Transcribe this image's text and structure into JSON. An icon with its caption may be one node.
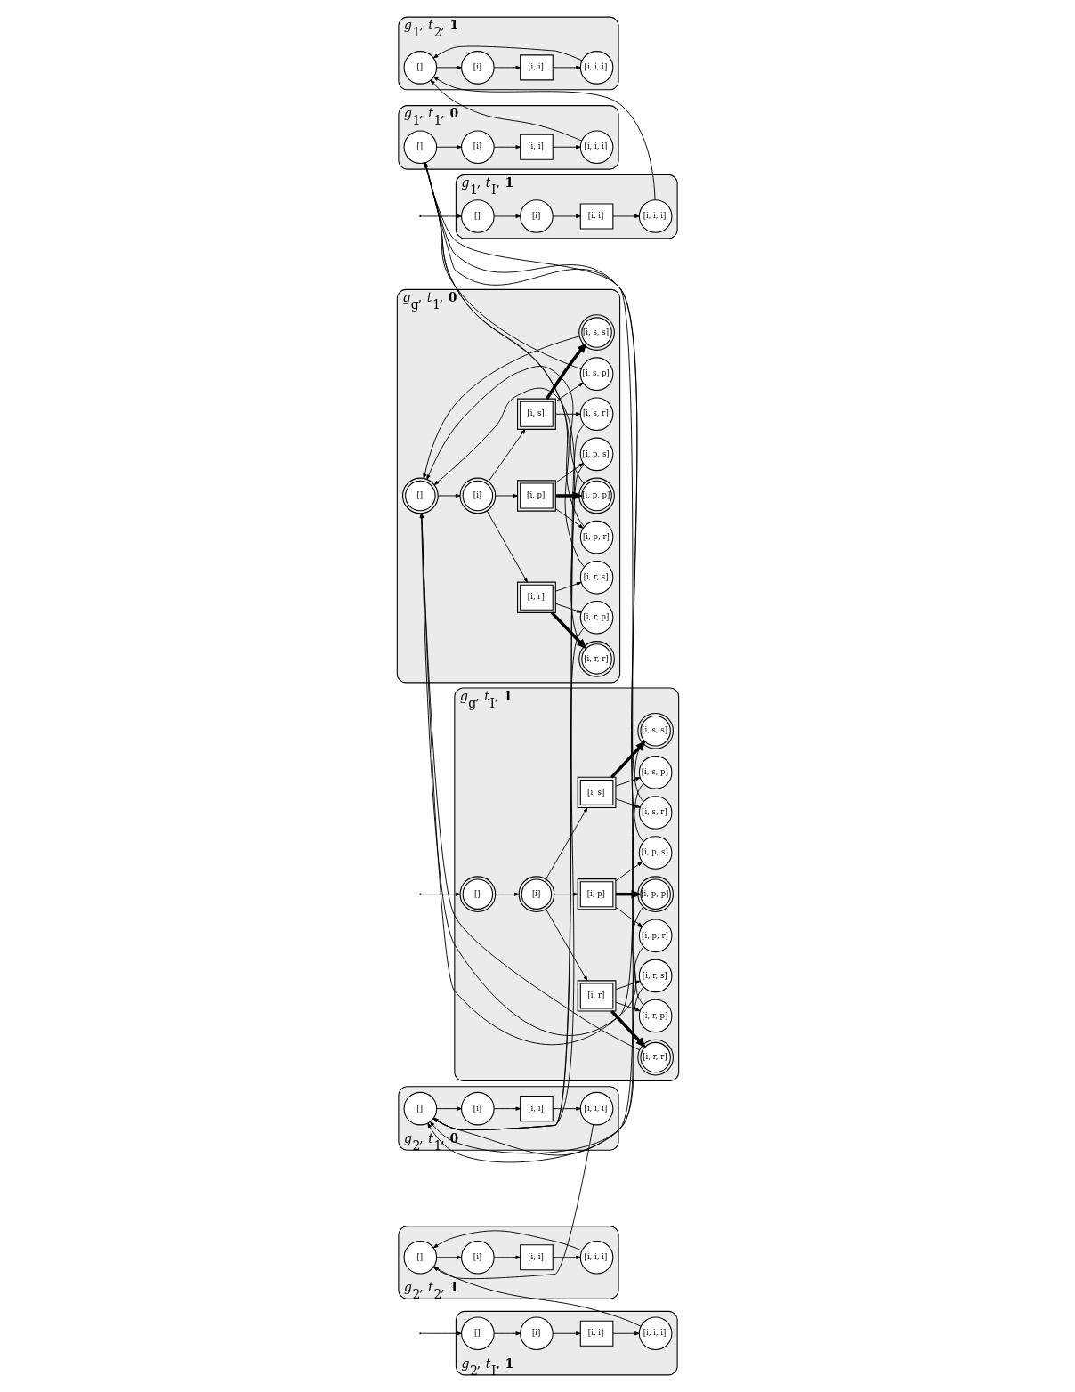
{
  "diagram": {
    "nodes": [
      {
        "text": [
          "*g*$_{1}$, *t*$_{2}$, **1**"
        ]
      },
      {
        "text": [
          "[]"
        ],
        "in": 0
      },
      {
        "text": [
          "[i]"
        ],
        "in": 0
      },
      {
        "text": [
          "[i, i]"
        ],
        "in": 0
      },
      {
        "text": [
          "[i, i, i]"
        ],
        "in": 0
      },
      {
        "text": [
          "*g*$_{1}$, *t*$_{I}$, **1**"
        ]
      },
      {
        "text": [
          "[]"
        ],
        "in": 5
      },
      {
        "text": [
          "[i]"
        ],
        "in": 5
      },
      {
        "text": [
          "[i, i]"
        ],
        "in": 5
      },
      {
        "text": [
          "[i, i, i]"
        ],
        "in": 5
      },
      {
        "text": [
          "*g*$_{1}$, *t*$_{1}$, **0**"
        ]
      },
      {
        "text": [
          "[]"
        ],
        "in": 10
      },
      {
        "text": [
          "[i]"
        ],
        "in": 10
      },
      {
        "text": [
          "[i, i]"
        ],
        "in": 10
      },
      {
        "text": [
          "[i, i, i]"
        ],
        "in": 10
      },
      {
        "text": [
          "*g*$_{g}$, *t*$_{I}$, **1**"
        ]
      },
      {
        "text": [
          "[]"
        ],
        "in": 15
      },
      {
        "text": [
          "[i]"
        ],
        "in": 15
      },
      {
        "text": [
          "[i, r]"
        ],
        "in": 15
      },
      {
        "text": [
          "[i, r, r]"
        ],
        "in": 15
      },
      {
        "text": [
          "[i, r, p]"
        ],
        "in": 15
      },
      {
        "text": [
          "[i, r, s]"
        ],
        "in": 15
      },
      {
        "text": [
          "[i, p]"
        ],
        "in": 15
      },
      {
        "text": [
          "[i, p, r]"
        ],
        "in": 15
      },
      {
        "text": [
          "[i, p, p]"
        ],
        "in": 15
      },
      {
        "text": [
          "[i, p, s]"
        ],
        "in": 15
      },
      {
        "text": [
          "[i, s]"
        ],
        "in": 15
      },
      {
        "text": [
          "[i, s, r]"
        ],
        "in": 15
      },
      {
        "text": [
          "[i, s, p]"
        ],
        "in": 15
      },
      {
        "text": [
          "[i, s, s]"
        ],
        "in": 15
      },
      {
        "text": [
          "*g*$_{g}$, *t*$_{1}$, **0**"
        ]
      },
      {
        "text": [
          "[]"
        ],
        "in": 30
      },
      {
        "text": [
          "[i]"
        ],
        "in": 30
      },
      {
        "text": [
          "[i, r]"
        ],
        "in": 30
      },
      {
        "text": [
          "[i, r, r]"
        ],
        "in": 30
      },
      {
        "text": [
          "[i, r, p]"
        ],
        "in": 30
      },
      {
        "text": [
          "[i, r, s]"
        ],
        "in": 30
      },
      {
        "text": [
          "[i, p]"
        ],
        "in": 30
      },
      {
        "text": [
          "[i, p, r]"
        ],
        "in": 30
      },
      {
        "text": [
          "[i, p, p]"
        ],
        "in": 30
      },
      {
        "text": [
          "[i, p, s]"
        ],
        "in": 30
      },
      {
        "text": [
          "[i, s]"
        ],
        "in": 30
      },
      {
        "text": [
          "[i, s, r]"
        ],
        "in": 30
      },
      {
        "text": [
          "[i, s, p]"
        ],
        "in": 30
      },
      {
        "text": [
          "[i, s, s]"
        ],
        "in": 30
      },
      {
        "text": [
          "*g*$_{2}$, *t*$_{I}$, **1**"
        ]
      },
      {
        "text": [
          "[]"
        ],
        "in": 45
      },
      {
        "text": [
          "[i]"
        ],
        "in": 45
      },
      {
        "text": [
          "[i, i]"
        ],
        "in": 45
      },
      {
        "text": [
          "[i, i, i]"
        ],
        "in": 45
      },
      {
        "text": [
          "*g*$_{2}$, *t*$_{1}$, **0**"
        ]
      },
      {
        "text": [
          "[]"
        ],
        "in": 50
      },
      {
        "text": [
          "[i]"
        ],
        "in": 50
      },
      {
        "text": [
          "[i, i]"
        ],
        "in": 50
      },
      {
        "text": [
          "[i, i, i]"
        ],
        "in": 50
      },
      {
        "text": [
          "*g*$_{2}$, *t*$_{2}$, **1**"
        ]
      },
      {
        "text": [
          "[]"
        ],
        "in": 55
      },
      {
        "text": [
          "[i]"
        ],
        "in": 55
      },
      {
        "text": [
          "[i, i]"
        ],
        "in": 55
      },
      {
        "text": [
          "[i, i, i]"
        ],
        "in": 55
      }
    ],
    "edges": [
      {
        "from": 1,
        "to": 2,
        "arrow": "to"
      },
      {
        "from": 2,
        "to": 3,
        "arrow": "to"
      },
      {
        "from": 3,
        "to": 4,
        "arrow": "to"
      },
      {
        "from": null,
        "to": 6,
        "arrow": "to"
      },
      {
        "from": 6,
        "to": 7,
        "arrow": "to"
      },
      {
        "from": 7,
        "to": 8,
        "arrow": "to"
      },
      {
        "from": 8,
        "to": 9,
        "arrow": "to"
      },
      {
        "from": 11,
        "to": 12,
        "arrow": "to"
      },
      {
        "from": 12,
        "to": 13,
        "arrow": "to"
      },
      {
        "from": 13,
        "to": 14,
        "arrow": "to"
      },
      {
        "from": null,
        "to": 16,
        "arrow": "to"
      },
      {
        "from": 16,
        "to": 17,
        "arrow": "to"
      },
      {
        "from": 17,
        "to": 18,
        "arrow": "to"
      },
      {
        "from": 17,
        "to": 22,
        "arrow": "to"
      },
      {
        "from": 17,
        "to": 26,
        "arrow": "to"
      },
      {
        "from": 18,
        "to": 19,
        "arrow": "to",
        "style": "thick"
      },
      {
        "from": 18,
        "to": 20,
        "arrow": "to"
      },
      {
        "from": 18,
        "to": 21,
        "arrow": "to"
      },
      {
        "from": 22,
        "to": 23,
        "arrow": "to"
      },
      {
        "from": 22,
        "to": 24,
        "arrow": "to",
        "style": "thick"
      },
      {
        "from": 22,
        "to": 25,
        "arrow": "to"
      },
      {
        "from": 26,
        "to": 27,
        "arrow": "to"
      },
      {
        "from": 26,
        "to": 28,
        "arrow": "to"
      },
      {
        "from": 26,
        "to": 29,
        "arrow": "to",
        "style": "thick"
      },
      {
        "from": 31,
        "to": 32,
        "arrow": "to"
      },
      {
        "from": 32,
        "to": 33,
        "arrow": "to"
      },
      {
        "from": 32,
        "to": 37,
        "arrow": "to"
      },
      {
        "from": 32,
        "to": 41,
        "arrow": "to"
      },
      {
        "from": 33,
        "to": 34,
        "arrow": "to",
        "style": "thick"
      },
      {
        "from": 33,
        "to": 35,
        "arrow": "to"
      },
      {
        "from": 33,
        "to": 36,
        "arrow": "to"
      },
      {
        "from": 37,
        "to": 38,
        "arrow": "to"
      },
      {
        "from": 37,
        "to": 39,
        "arrow": "to",
        "style": "thick"
      },
      {
        "from": 37,
        "to": 40,
        "arrow": "to"
      },
      {
        "from": 41,
        "to": 42,
        "arrow": "to"
      },
      {
        "from": 41,
        "to": 43,
        "arrow": "to"
      },
      {
        "from": 41,
        "to": 44,
        "arrow": "to",
        "style": "thick"
      },
      {
        "from": null,
        "to": 46,
        "arrow": "to"
      },
      {
        "from": 46,
        "to": 47,
        "arrow": "to"
      },
      {
        "from": 47,
        "to": 48,
        "arrow": "to"
      },
      {
        "from": 48,
        "to": 49,
        "arrow": "to"
      },
      {
        "from": 51,
        "to": 52,
        "arrow": "to"
      },
      {
        "from": 52,
        "to": 53,
        "arrow": "to"
      },
      {
        "from": 53,
        "to": 54,
        "arrow": "to"
      },
      {
        "from": 56,
        "to": 57,
        "arrow": "to"
      },
      {
        "from": 57,
        "to": 58,
        "arrow": "to"
      },
      {
        "from": 58,
        "to": 59,
        "arrow": "to"
      },
      {
        "from": 4,
        "to": 1,
        "arrow": "to"
      },
      {
        "from": 9,
        "to": 1,
        "arrow": "to"
      },
      {
        "from": 14,
        "to": 1,
        "arrow": "to"
      },
      {
        "from": 19,
        "to": 31,
        "arrow": "to"
      },
      {
        "from": 20,
        "to": 11,
        "arrow": "to"
      },
      {
        "from": 21,
        "to": 51,
        "arrow": "to"
      },
      {
        "from": 23,
        "to": 51,
        "arrow": "to"
      },
      {
        "from": 24,
        "to": 31,
        "arrow": "to"
      },
      {
        "from": 25,
        "to": 11,
        "arrow": "to"
      },
      {
        "from": 27,
        "to": 11,
        "arrow": "to"
      },
      {
        "from": 28,
        "to": 51,
        "arrow": "to"
      },
      {
        "from": 29,
        "to": 31,
        "arrow": "to"
      },
      {
        "from": 34,
        "to": 31,
        "arrow": "to"
      },
      {
        "from": 35,
        "to": 51,
        "arrow": "to"
      },
      {
        "from": 36,
        "to": 11,
        "arrow": "to"
      },
      {
        "from": 38,
        "to": 11,
        "arrow": "to"
      },
      {
        "from": 39,
        "to": 31,
        "arrow": "to"
      },
      {
        "from": 40,
        "to": 51,
        "arrow": "to"
      },
      {
        "from": 42,
        "to": 51,
        "arrow": "to"
      },
      {
        "from": 43,
        "to": 11,
        "arrow": "to"
      },
      {
        "from": 44,
        "to": 31,
        "arrow": "to"
      },
      {
        "from": 49,
        "to": 56,
        "arrow": "to"
      },
      {
        "from": 59,
        "to": 56,
        "arrow": "to"
      },
      {
        "from": 54,
        "to": 56,
        "arrow": "to"
      }
    ]
  }
}
